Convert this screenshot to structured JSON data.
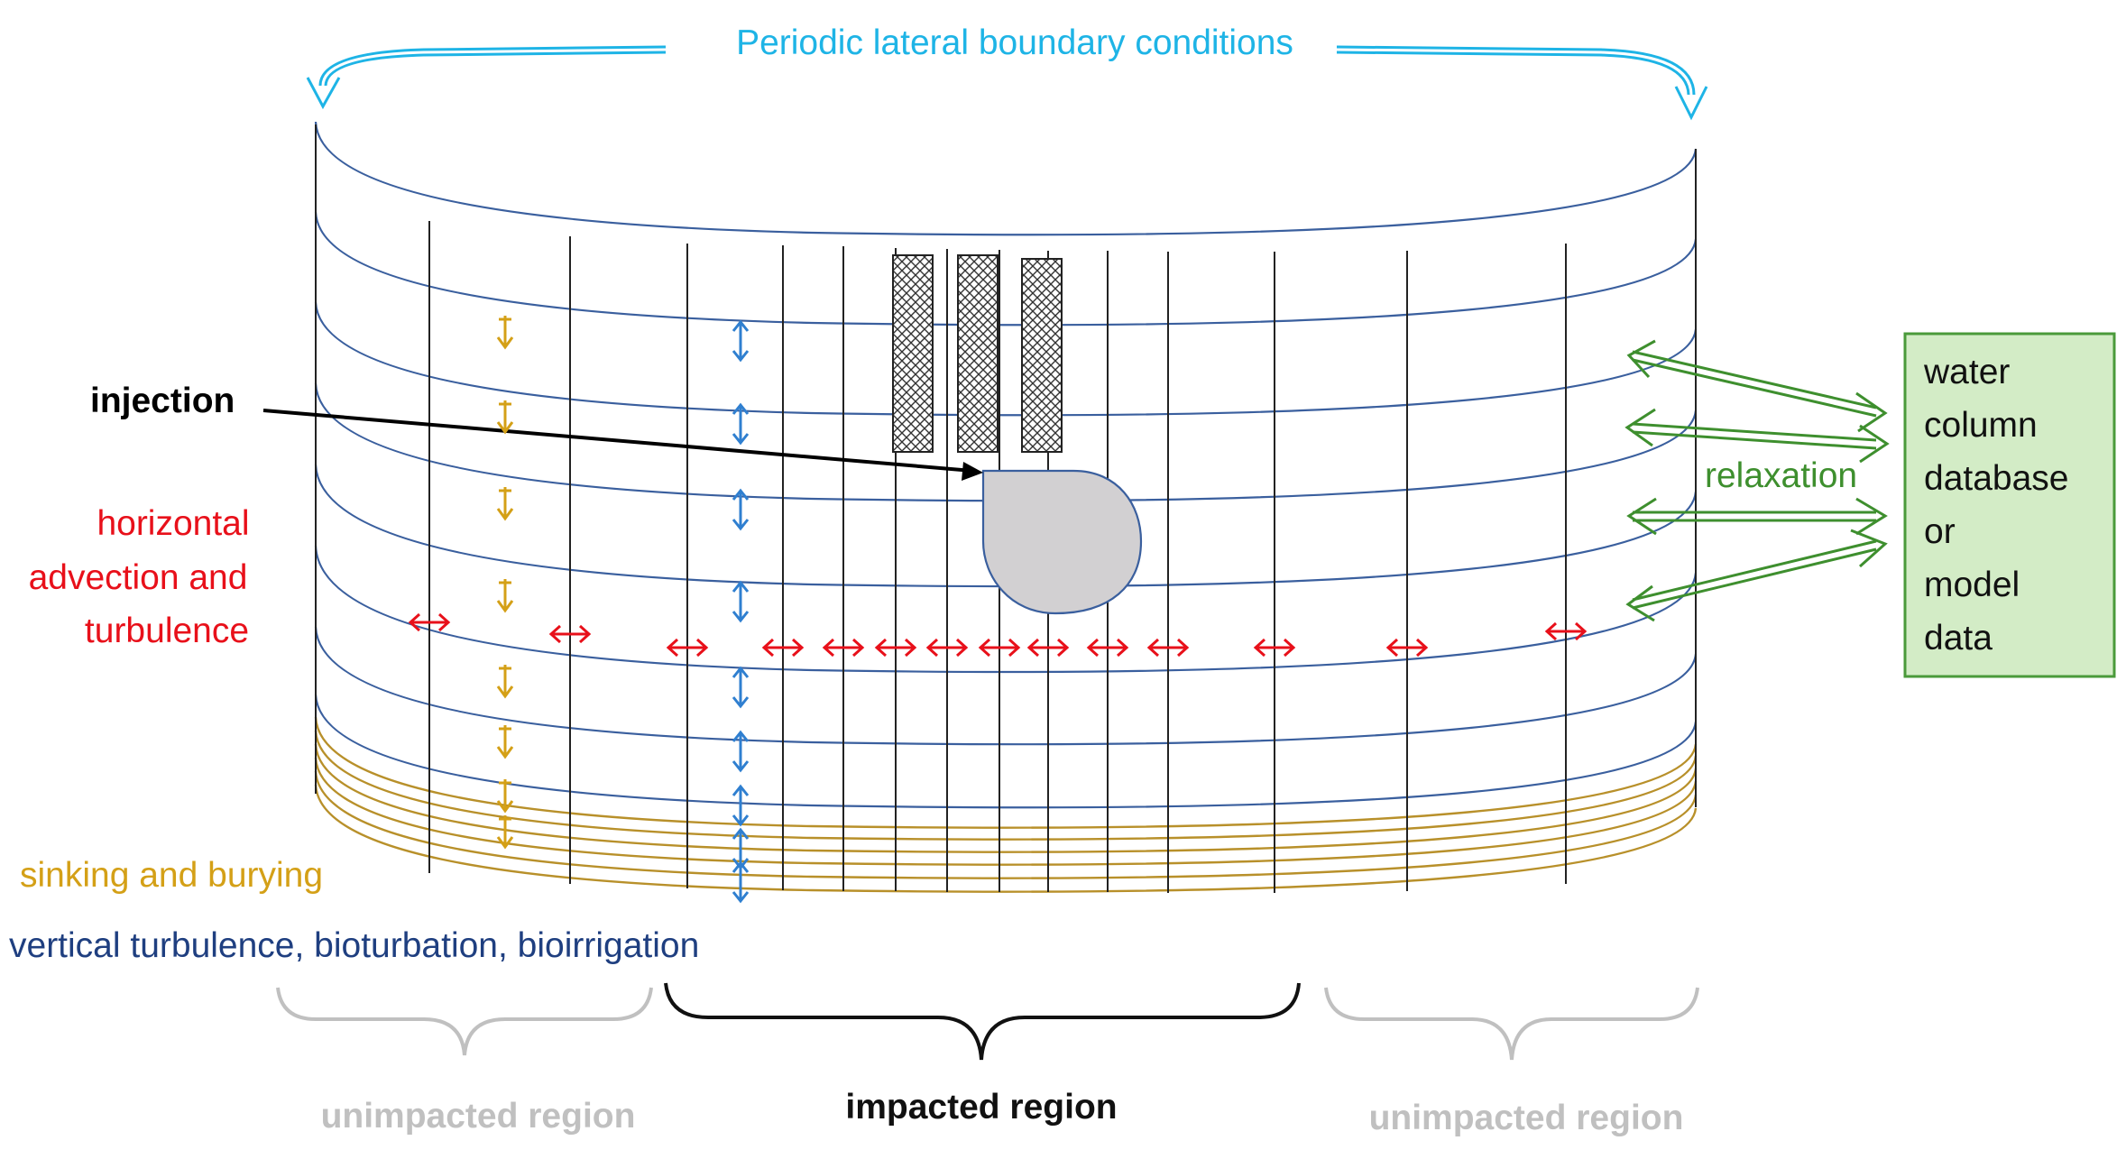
{
  "labels": {
    "periodic": "Periodic lateral boundary conditions",
    "injection": "injection",
    "horizontal": [
      "horizontal",
      "advection and",
      "turbulence"
    ],
    "sinking": "sinking and burying",
    "vertical": "vertical turbulence, bioturbation, bioirrigation",
    "relaxation": "relaxation",
    "database": [
      "water",
      "column",
      "database",
      "or",
      "model",
      "data"
    ],
    "unimpacted_left": "unimpacted region",
    "impacted": "impacted region",
    "unimpacted_right": "unimpacted region"
  },
  "colors": {
    "periodic": "#1eb4e6",
    "grid_line": "#3a5f9e",
    "sediment": "#b8902a",
    "horizontal_arrows": "#e8101a",
    "sinking_arrows": "#d4a017",
    "vertical_arrows": "#2f7fd0",
    "vertical_text": "#1f3f80",
    "relaxation": "#3e8f2e",
    "database_fill": "#d3ecc6",
    "database_border": "#4a9a3a",
    "plume": "#d2d0d2",
    "unimpacted": "#c0c0c0",
    "black": "#000000"
  },
  "icons": {
    "horizontal_arrow": "double-headed-horizontal-arrow-icon",
    "vertical_arrow": "double-headed-vertical-arrow-icon",
    "sinking_arrow": "down-arrow-icon",
    "relaxation_arrow": "double-headed-arrow-icon",
    "boundary_arrow": "curved-arrow-icon",
    "brace": "curly-brace-icon"
  }
}
